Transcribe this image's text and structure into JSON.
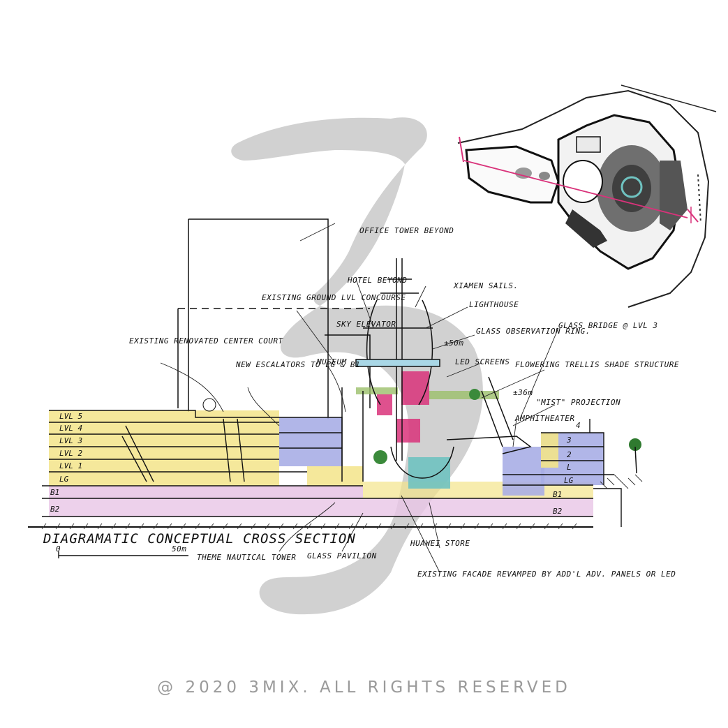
{
  "title": "DIAGRAMATIC CONCEPTUAL CROSS SECTION",
  "scale": {
    "zero": "0",
    "label": "50m"
  },
  "levels_left": [
    "LVL 5",
    "LVL 4",
    "LVL 3",
    "LVL 2",
    "LVL 1",
    "LG",
    "B1",
    "B2"
  ],
  "levels_right": [
    "4",
    "3",
    "2",
    "L",
    "LG",
    "B1",
    "B2"
  ],
  "annotations": {
    "office_tower": "OFFICE TOWER BEYOND",
    "hotel": "HOTEL BEYOND",
    "xiamen_sails": "XIAMEN SAILS.",
    "lighthouse": "LIGHTHOUSE",
    "existing_concourse": "EXISTING GROUND LVL CONCOURSE",
    "sky_elevator": "SKY ELEVATOR",
    "glass_ring": "GLASS OBSERVATION RING.",
    "ring_height": "±50m",
    "glass_bridge": "GLASS BRIDGE @ LVL 3",
    "center_court": "EXISTING RENOVATED CENTER COURT",
    "escalators": "NEW ESCALATORS TO LG & B1",
    "museum": "MUSEUM",
    "led_screens": "LED SCREENS",
    "trellis": "FLOWERING TRELLIS SHADE STRUCTURE",
    "trellis_height": "±36m",
    "mist": "\"MIST\" PROJECTION",
    "amphitheater": "AMPHITHEATER",
    "theme_tower": "THEME NAUTICAL TOWER",
    "glass_pavilion": "GLASS PAVILION",
    "huawei": "HUAWEI STORE",
    "facade": "EXISTING FACADE REVAMPED BY ADD'L ADV. PANELS OR LED"
  },
  "copyright": "@ 2020 3MIX. ALL RIGHTS RESERVED",
  "colors": {
    "yellow": "#f3e48a",
    "blue": "#a9aee6",
    "pink": "#e9c6e6",
    "green": "#9bbf6a",
    "magenta": "#d9327a",
    "teal": "#6fc2c0",
    "watermark": "#c9c9c9",
    "ink": "#111111"
  }
}
